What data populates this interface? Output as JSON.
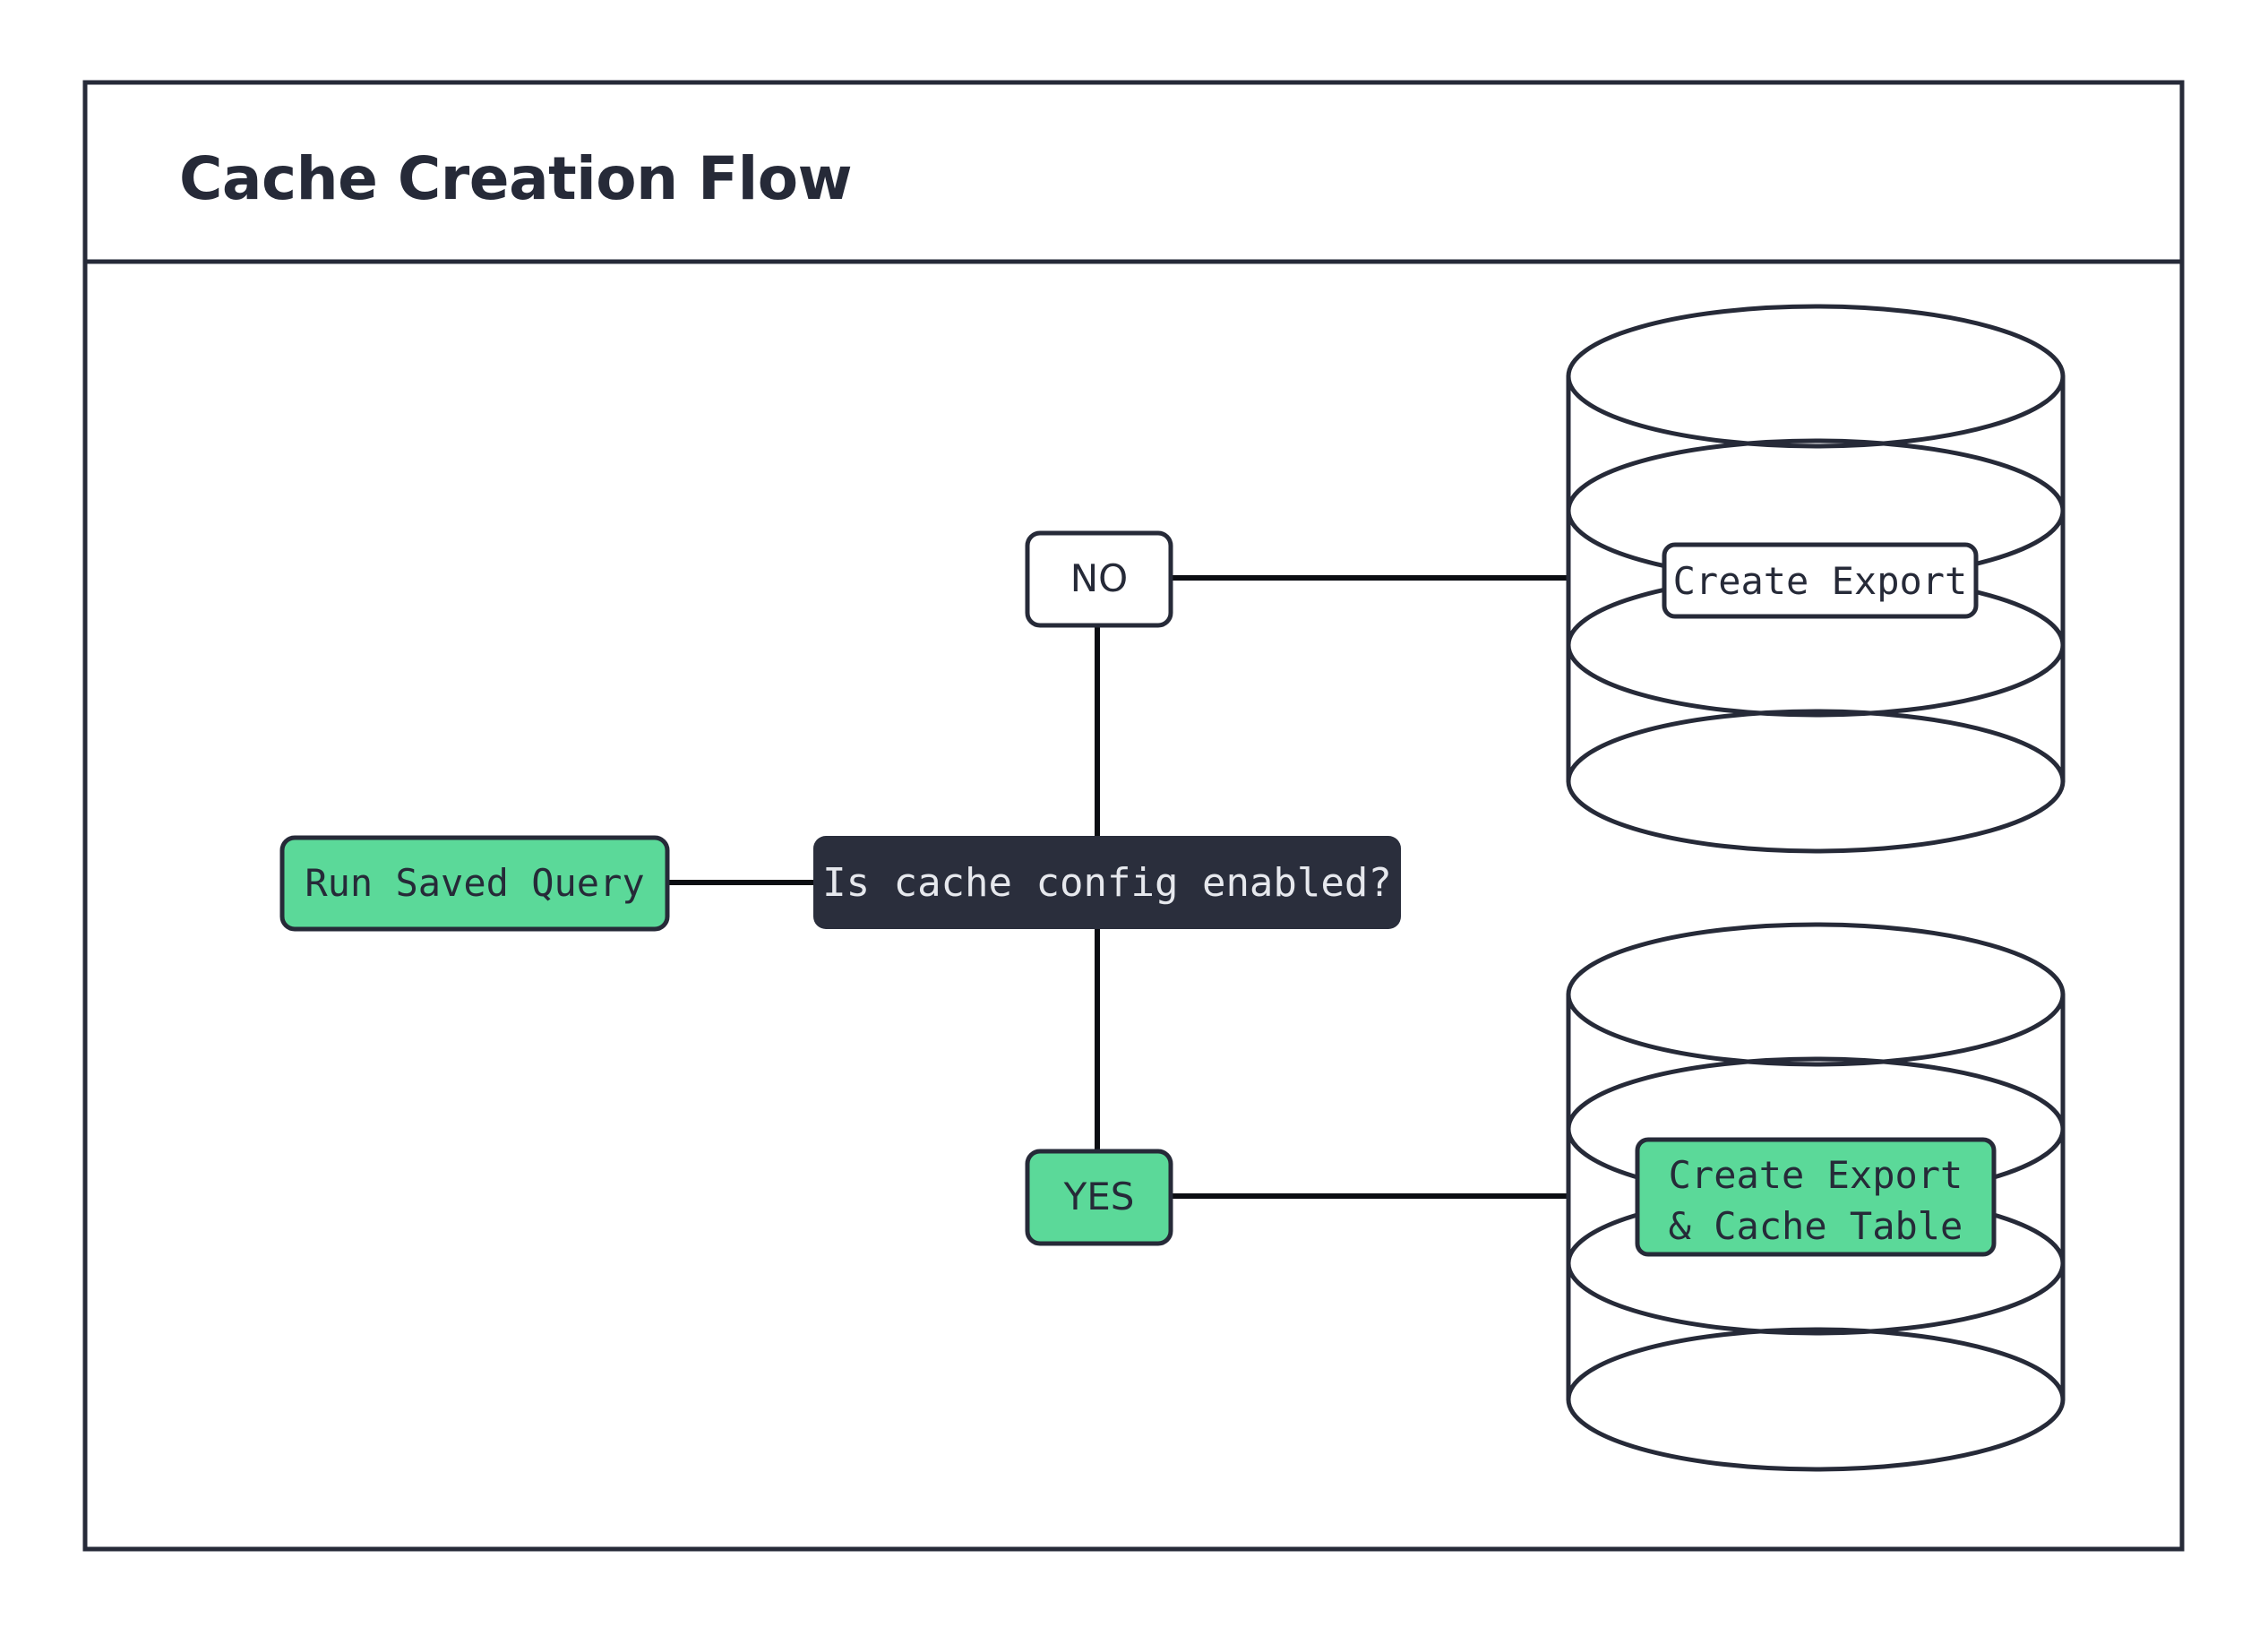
{
  "diagram": {
    "title": "Cache Creation Flow",
    "colors": {
      "ink": "#262A38",
      "dark_fill": "#2A2E3C",
      "green_fill": "#5BD999",
      "light_text": "#E6E8ED",
      "page_bg": "#ffffff"
    },
    "nodes": {
      "start": {
        "id": "run-saved-query",
        "label": "Run Saved Query",
        "shape": "rounded-rect",
        "style": "green"
      },
      "decision": {
        "id": "is-cache-config-enabled",
        "label": "Is cache config enabled?",
        "shape": "rounded-rect",
        "style": "dark"
      },
      "branch_no": {
        "id": "branch-no",
        "label": "NO",
        "shape": "rounded-rect",
        "style": "plain"
      },
      "branch_yes": {
        "id": "branch-yes",
        "label": "YES",
        "shape": "rounded-rect",
        "style": "green"
      },
      "db_top": {
        "id": "database-create-export",
        "label": "Create Export",
        "shape": "cylinder",
        "style": "plain"
      },
      "db_bottom": {
        "id": "database-create-export-cache-table",
        "label_line1": "Create Export",
        "label_line2": "& Cache Table",
        "shape": "cylinder",
        "style": "green"
      }
    },
    "edges": [
      {
        "from": "run-saved-query",
        "to": "is-cache-config-enabled"
      },
      {
        "from": "is-cache-config-enabled",
        "to": "branch-no"
      },
      {
        "from": "branch-no",
        "to": "database-create-export"
      },
      {
        "from": "is-cache-config-enabled",
        "to": "branch-yes"
      },
      {
        "from": "branch-yes",
        "to": "database-create-export-cache-table"
      }
    ]
  }
}
